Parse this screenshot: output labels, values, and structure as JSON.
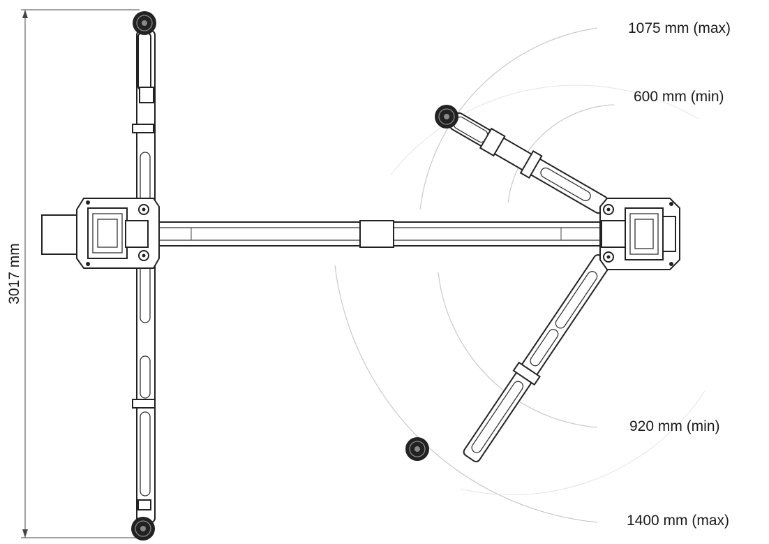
{
  "diagram": {
    "overall_width_label": "3017 mm",
    "reach_labels": {
      "upper_max": "1075 mm (max)",
      "upper_min": "600 mm (min)",
      "lower_min": "920 mm (min)",
      "lower_max": "1400 mm (max)"
    },
    "colors": {
      "line": "#222222",
      "reach_arc": "#c9c9c9",
      "background": "#ffffff"
    }
  }
}
